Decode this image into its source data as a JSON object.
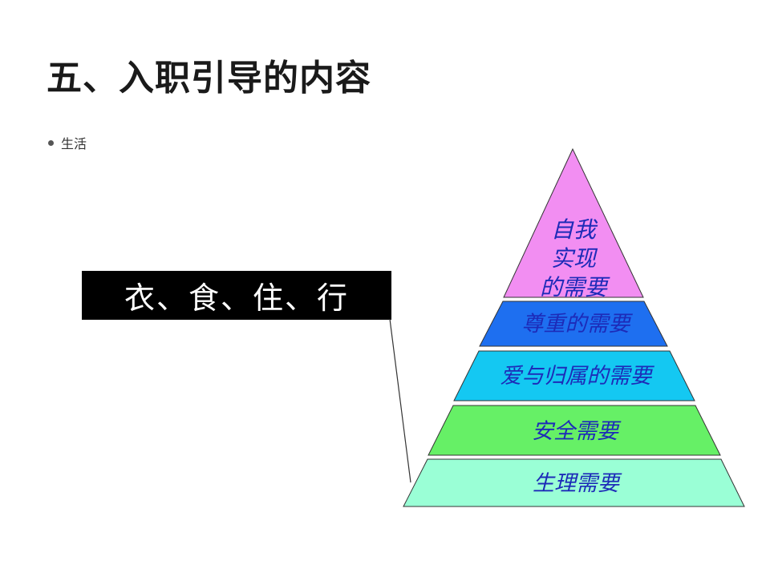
{
  "title": "五、入职引导的内容",
  "bullet": "生活",
  "callout": "衣、食、住、行",
  "pyramid": {
    "levels": [
      {
        "label_lines": [
          "自我",
          "实现",
          "的需要"
        ],
        "color": "#f28ef2"
      },
      {
        "label_lines": [
          "尊重的需要"
        ],
        "color": "#1e6ff0"
      },
      {
        "label_lines": [
          "爱与归属的需要"
        ],
        "color": "#14c8f2"
      },
      {
        "label_lines": [
          "安全需要"
        ],
        "color": "#66f066"
      },
      {
        "label_lines": [
          "生理需要"
        ],
        "color": "#9affd6"
      }
    ],
    "label_color": "#1d2bb8"
  }
}
